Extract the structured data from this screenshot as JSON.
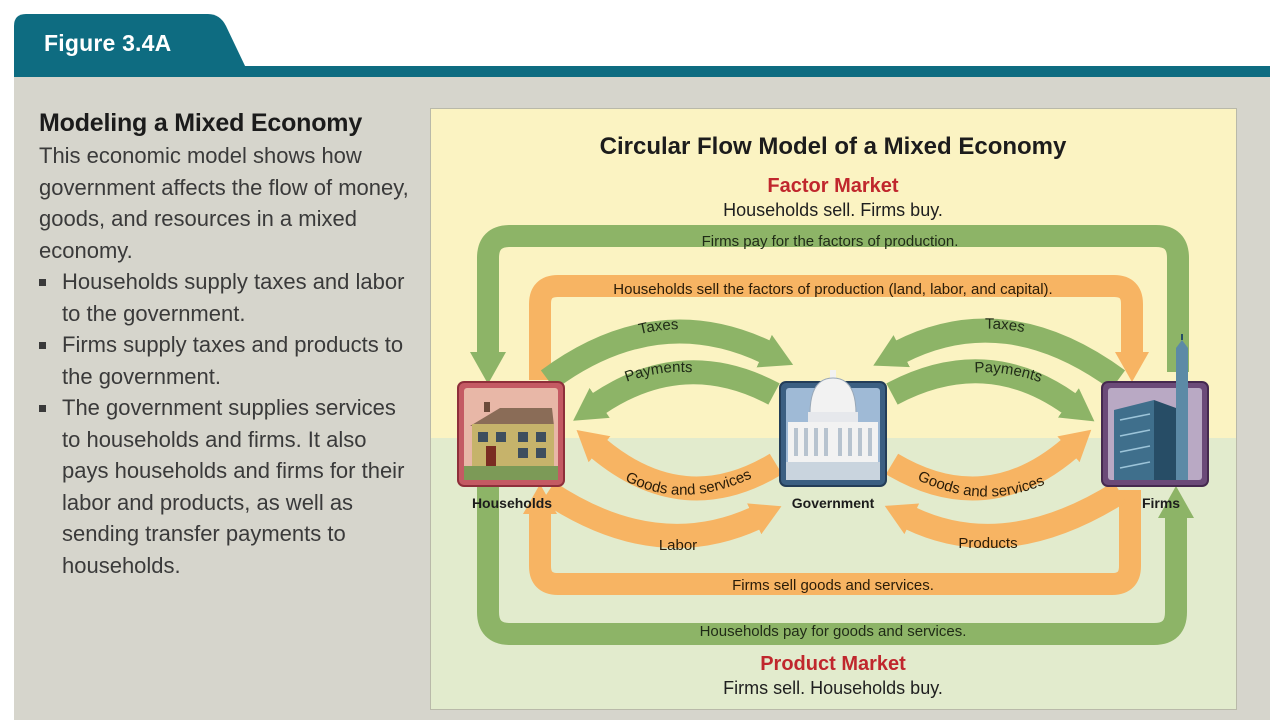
{
  "figure_tab": {
    "label": "Figure 3.4A"
  },
  "sidebar": {
    "title": "Modeling a Mixed Economy",
    "intro": "This economic model shows how government affects the flow of money, goods, and resources in a mixed economy.",
    "bullets": [
      "Households supply taxes and labor to the government.",
      "Firms supply taxes and products to the government.",
      "The government supplies services to households and firms. It also pays households and firms for their labor and products, as well as sending transfer payments to households."
    ]
  },
  "diagram": {
    "title": "Circular Flow Model of a Mixed Economy",
    "factor_market": {
      "name": "Factor Market",
      "subtitle": "Households sell. Firms buy."
    },
    "product_market": {
      "name": "Product Market",
      "subtitle": "Firms sell. Households buy."
    },
    "nodes": {
      "households": "Households",
      "government": "Government",
      "firms": "Firms"
    },
    "flows": {
      "outer_top": "Firms pay for the factors of production.",
      "inner_top": "Households sell the factors of production (land, labor, and capital).",
      "inner_bottom": "Firms sell goods and services.",
      "outer_bottom": "Households pay for goods and services.",
      "left_taxes": "Taxes",
      "left_payments": "Payments",
      "left_goods": "Goods and services",
      "left_labor": "Labor",
      "right_taxes": "Taxes",
      "right_payments": "Payments",
      "right_goods": "Goods and services",
      "right_products": "Products"
    }
  },
  "colors": {
    "tab": "#0e6c81",
    "panel": "#d6d5cc",
    "factor_bg": "#fbf3c2",
    "product_bg": "#e2ebcd",
    "green_flow": "#8db467",
    "orange_flow": "#f7b463",
    "market_label": "#c0272d",
    "households_tile": "#c45a63",
    "government_tile": "#3b5f82",
    "firms_tile": "#6b4a78"
  }
}
